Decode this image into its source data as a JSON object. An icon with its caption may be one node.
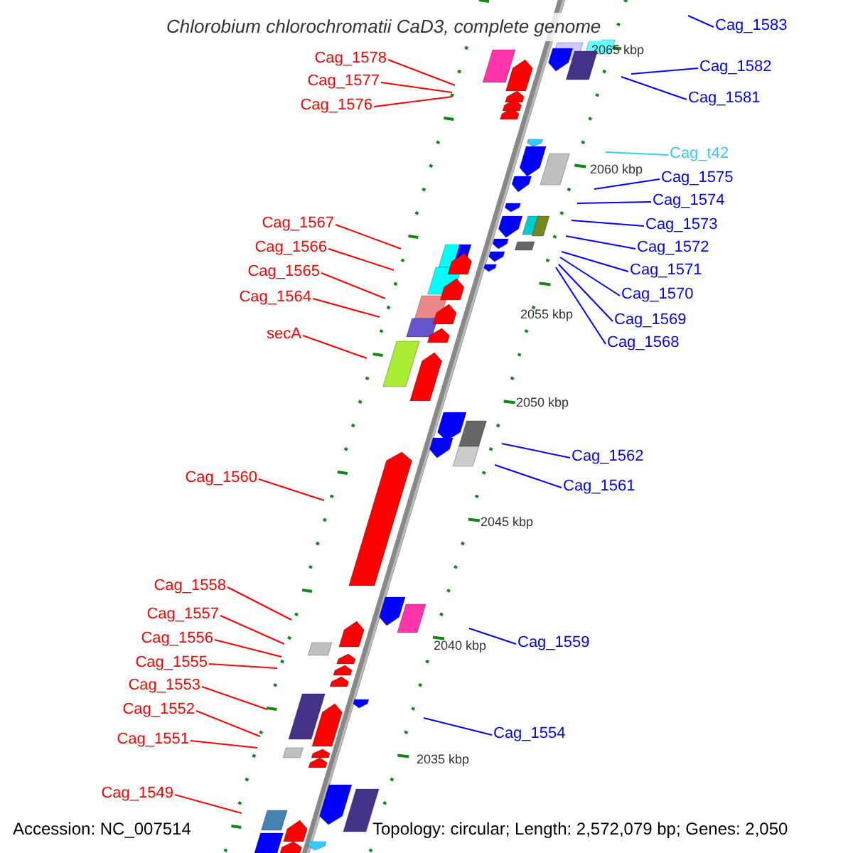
{
  "diagram": {
    "title": "Chlorobium chlorochromatii CaD3, complete genome",
    "nodes": [
      {
        "text": [
          "Cag_1583"
        ]
      },
      {
        "text": [
          "Cag_1578"
        ]
      },
      {
        "text": [
          "Cag_1582"
        ]
      },
      {
        "text": [
          "Cag_1577"
        ]
      },
      {
        "text": [
          "Cag_1581"
        ]
      },
      {
        "text": [
          "Cag_1576"
        ]
      },
      {
        "text": [
          "Cag_t42"
        ]
      },
      {
        "text": [
          "Cag_1575"
        ]
      },
      {
        "text": [
          "Cag_1574"
        ]
      },
      {
        "text": [
          "Cag_1567"
        ]
      },
      {
        "text": [
          "Cag_1573"
        ]
      },
      {
        "text": [
          "Cag_1566"
        ]
      },
      {
        "text": [
          "Cag_1572"
        ]
      },
      {
        "text": [
          "Cag_1571"
        ]
      },
      {
        "text": [
          "Cag_1565"
        ]
      },
      {
        "text": [
          "Cag_1570"
        ]
      },
      {
        "text": [
          "Cag_1564"
        ]
      },
      {
        "text": [
          "Cag_1569"
        ]
      },
      {
        "text": [
          "secA"
        ]
      },
      {
        "text": [
          "Cag_1568"
        ]
      },
      {
        "text": [
          "Cag_1562"
        ]
      },
      {
        "text": [
          "Cag_1560"
        ]
      },
      {
        "text": [
          "Cag_1561"
        ]
      },
      {
        "text": [
          "Cag_1558"
        ]
      },
      {
        "text": [
          "Cag_1557"
        ]
      },
      {
        "text": [
          "Cag_1556"
        ]
      },
      {
        "text": [
          "Cag_1559"
        ]
      },
      {
        "text": [
          "Cag_1555"
        ]
      },
      {
        "text": [
          "Cag_1553"
        ]
      },
      {
        "text": [
          "Cag_1552"
        ]
      },
      {
        "text": [
          "Cag_1554"
        ]
      },
      {
        "text": [
          "Cag_1551"
        ]
      },
      {
        "text": [
          "Cag_1549"
        ]
      }
    ],
    "edges": [
      {
        "from": 0,
        "to": null,
        "arrow": "none",
        "color": "#0000ff"
      },
      {
        "from": 1,
        "to": null,
        "arrow": "none",
        "color": "#ff0000"
      },
      {
        "from": 2,
        "to": null,
        "arrow": "none",
        "color": "#0000ff"
      },
      {
        "from": 3,
        "to": null,
        "arrow": "none",
        "color": "#ff0000"
      },
      {
        "from": 4,
        "to": null,
        "arrow": "none",
        "color": "#0000ff"
      },
      {
        "from": 5,
        "to": null,
        "arrow": "none",
        "color": "#ff0000"
      },
      {
        "from": 6,
        "to": null,
        "arrow": "none",
        "color": "#33ccff"
      },
      {
        "from": 7,
        "to": null,
        "arrow": "none",
        "color": "#0000ff"
      },
      {
        "from": 8,
        "to": null,
        "arrow": "none",
        "color": "#0000ff"
      },
      {
        "from": 9,
        "to": null,
        "arrow": "none",
        "color": "#ff0000"
      },
      {
        "from": 10,
        "to": null,
        "arrow": "none",
        "color": "#0000ff"
      },
      {
        "from": 11,
        "to": null,
        "arrow": "none",
        "color": "#ff0000"
      },
      {
        "from": 12,
        "to": null,
        "arrow": "none",
        "color": "#0000ff"
      },
      {
        "from": 13,
        "to": null,
        "arrow": "none",
        "color": "#0000ff"
      },
      {
        "from": 14,
        "to": null,
        "arrow": "none",
        "color": "#ff0000"
      },
      {
        "from": 15,
        "to": null,
        "arrow": "none",
        "color": "#0000ff"
      },
      {
        "from": 16,
        "to": null,
        "arrow": "none",
        "color": "#ff0000"
      },
      {
        "from": 17,
        "to": null,
        "arrow": "none",
        "color": "#0000ff"
      },
      {
        "from": 18,
        "to": null,
        "arrow": "none",
        "color": "#ff0000"
      },
      {
        "from": 19,
        "to": null,
        "arrow": "none",
        "color": "#0000ff"
      },
      {
        "from": 20,
        "to": null,
        "arrow": "none",
        "color": "#0000ff"
      },
      {
        "from": 21,
        "to": null,
        "arrow": "none",
        "color": "#ff0000"
      },
      {
        "from": 22,
        "to": null,
        "arrow": "none",
        "color": "#0000ff"
      },
      {
        "from": 23,
        "to": null,
        "arrow": "none",
        "color": "#ff0000"
      },
      {
        "from": 24,
        "to": null,
        "arrow": "none",
        "color": "#ff0000"
      },
      {
        "from": 25,
        "to": null,
        "arrow": "none",
        "color": "#ff0000"
      },
      {
        "from": 26,
        "to": null,
        "arrow": "none",
        "color": "#0000ff"
      },
      {
        "from": 27,
        "to": null,
        "arrow": "none",
        "color": "#ff0000"
      },
      {
        "from": 28,
        "to": null,
        "arrow": "none",
        "color": "#ff0000"
      },
      {
        "from": 29,
        "to": null,
        "arrow": "none",
        "color": "#ff0000"
      },
      {
        "from": 30,
        "to": null,
        "arrow": "none",
        "color": "#0000ff"
      },
      {
        "from": 31,
        "to": null,
        "arrow": "none",
        "color": "#ff0000"
      },
      {
        "from": 32,
        "to": null,
        "arrow": "none",
        "color": "#ff0000"
      }
    ],
    "labels": [
      "2065 kbp",
      "2060 kbp",
      "2055 kbp",
      "2050 kbp",
      "2045 kbp",
      "2040 kbp",
      "2035 kbp",
      "Accession: NC_007514",
      "Topology: circular; Length: 2,572,079 bp; Genes: 2,050"
    ]
  }
}
